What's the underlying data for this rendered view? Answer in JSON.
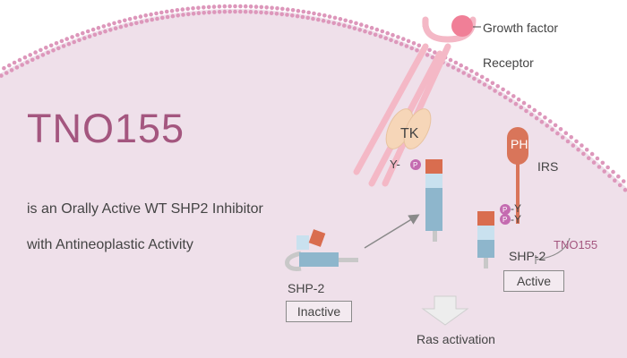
{
  "title": "TNO155",
  "subtitle_line1": "is an Orally Active WT SHP2 Inhibitor",
  "subtitle_line2": "with Antineoplastic Activity",
  "labels": {
    "growth_factor": "Growth factor",
    "receptor": "Receptor",
    "tk": "TK",
    "y_tk": "Y-",
    "p": "P",
    "ph": "PH",
    "irs": "IRS",
    "y_irs_1": "-Y",
    "y_irs_2": "-Y",
    "tno155_small": "TNO155",
    "shp2_active": "SHP-2",
    "active": "Active",
    "shp2_inactive": "SHP-2",
    "inactive": "Inactive",
    "ras_activation": "Ras activation"
  },
  "colors": {
    "cell_fill": "#efe0ea",
    "membrane_dots": "#dd97bb",
    "title": "#a4567f",
    "receptor": "#f4b8c6",
    "growth_factor": "#f07f97",
    "tk": "#f6d6b8",
    "shp_orange": "#d96d4f",
    "shp_light_blue": "#c9e1ef",
    "shp_blue": "#8eb6cc",
    "phospho": "#c46bb0",
    "irs": "#d9755a",
    "stem": "#c8c8c8"
  }
}
